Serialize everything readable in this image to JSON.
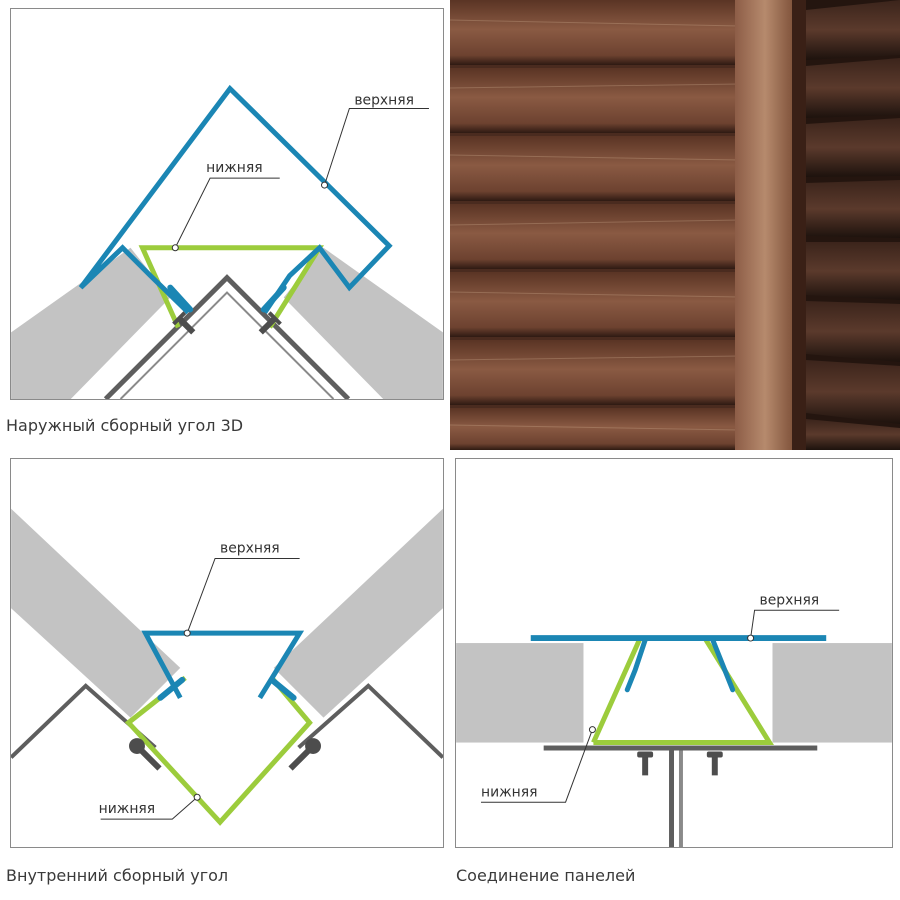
{
  "figure_outer": {
    "caption": "Наружный сборный угол 3D",
    "label_upper": "верхняя",
    "label_lower": "нижняя"
  },
  "figure_inner": {
    "caption": "Внутренний сборный угол",
    "label_upper": "верхняя",
    "label_lower": "нижняя"
  },
  "figure_joint": {
    "caption": "Соединение панелей",
    "label_upper": "верхняя",
    "label_lower": "нижняя"
  },
  "colors": {
    "upper_profile": "#1b86b4",
    "lower_profile": "#9ccc3c",
    "panel": "#c3c3c3",
    "frame": "#5e5e5e",
    "screw": "#4d4d4d"
  }
}
